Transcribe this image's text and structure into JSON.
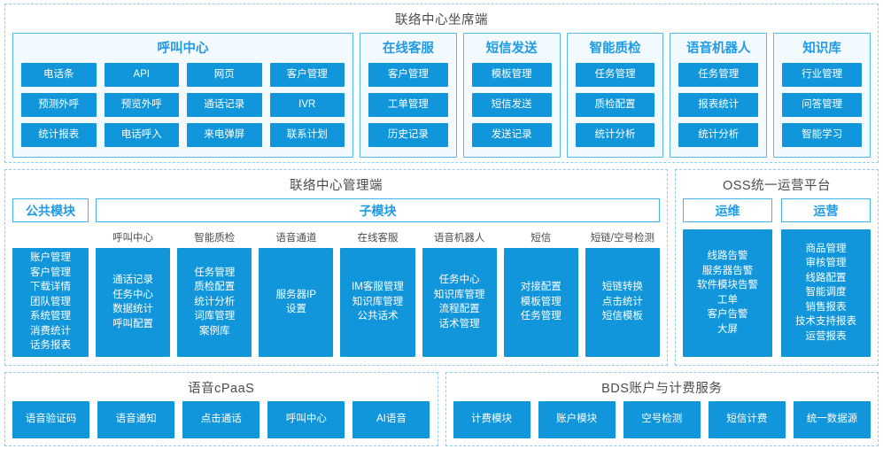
{
  "sections": {
    "agent_desk": {
      "title": "联络中心坐席端",
      "cards": [
        {
          "title": "呼叫中心",
          "cols": 4,
          "items": [
            "电话条",
            "API",
            "网页",
            "客户管理",
            "预测外呼",
            "预览外呼",
            "通话记录",
            "IVR",
            "统计报表",
            "电话呼入",
            "来电弹屏",
            "联系计划"
          ]
        },
        {
          "title": "在线客服",
          "cols": 1,
          "items": [
            "客户管理",
            "工单管理",
            "历史记录"
          ]
        },
        {
          "title": "短信发送",
          "cols": 1,
          "items": [
            "模板管理",
            "短信发送",
            "发送记录"
          ]
        },
        {
          "title": "智能质检",
          "cols": 1,
          "items": [
            "任务管理",
            "质检配置",
            "统计分析"
          ]
        },
        {
          "title": "语音机器人",
          "cols": 1,
          "items": [
            "任务管理",
            "报表统计",
            "统计分析"
          ]
        },
        {
          "title": "知识库",
          "cols": 1,
          "items": [
            "行业管理",
            "问答管理",
            "智能学习"
          ]
        }
      ]
    },
    "management": {
      "title": "联络中心管理端",
      "public_header": "公共模块",
      "sub_header": "子模块",
      "public_items": [
        "账户管理",
        "客户管理",
        "下载详情",
        "团队管理",
        "系统管理",
        "消费统计",
        "话务报表"
      ],
      "sub_columns": [
        {
          "label": "呼叫中心",
          "items": [
            "通话记录",
            "任务中心",
            "数据统计",
            "呼叫配置"
          ]
        },
        {
          "label": "智能质检",
          "items": [
            "任务管理",
            "质检配置",
            "统计分析",
            "词库管理",
            "案例库"
          ]
        },
        {
          "label": "语音通道",
          "items": [
            "服务器IP",
            "设置"
          ]
        },
        {
          "label": "在线客服",
          "items": [
            "IM客服管理",
            "知识库管理",
            "公共话术"
          ]
        },
        {
          "label": "语音机器人",
          "items": [
            "任务中心",
            "知识库管理",
            "流程配置",
            "话术管理"
          ]
        },
        {
          "label": "短信",
          "items": [
            "对接配置",
            "模板管理",
            "任务管理"
          ]
        },
        {
          "label": "短链/空号检测",
          "items": [
            "短链转换",
            "点击统计",
            "短信模板"
          ]
        }
      ]
    },
    "oss": {
      "title": "OSS统一运营平台",
      "columns": [
        {
          "header": "运维",
          "items": [
            "线路告警",
            "服务器告警",
            "软件模块告警",
            "工单",
            "客户告警",
            "大屏"
          ]
        },
        {
          "header": "运营",
          "items": [
            "商品管理",
            "审核管理",
            "线路配置",
            "智能调度",
            "销售报表",
            "技术支持报表",
            "运营报表"
          ]
        }
      ]
    },
    "voice_cpaas": {
      "title": "语音cPaaS",
      "items": [
        "语音验证码",
        "语音通知",
        "点击通话",
        "呼叫中心",
        "AI语音"
      ]
    },
    "bds": {
      "title": "BDS账户与计费服务",
      "items": [
        "计费模块",
        "账户模块",
        "空号检测",
        "短信计费",
        "统一数据源"
      ]
    }
  },
  "colors": {
    "chip_blue": "#1296db",
    "border_blue": "#54b9ef",
    "dashed_blue": "#8ecdf2",
    "card_bg": "#f3faff",
    "title_gray": "#4c4c4c",
    "accent_text": "#1e9ae6"
  }
}
